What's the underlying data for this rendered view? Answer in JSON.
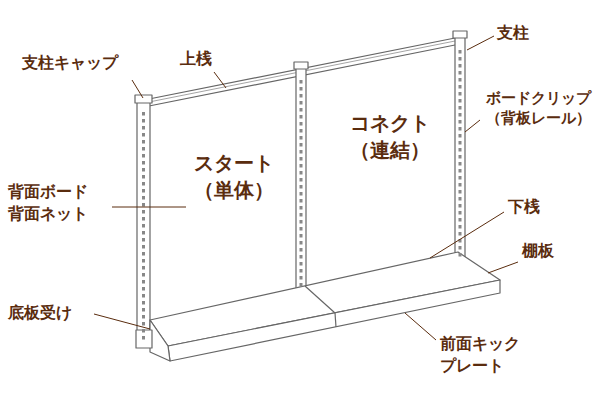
{
  "diagram": {
    "labels": [
      "支柱キャップ",
      "上桟",
      "支柱",
      "ボードクリップ （背板レール）",
      "コネクト （連結）",
      "スタート （単体）",
      "背面ボード 背面ネット",
      "下桟",
      "棚板",
      "底板受け",
      "前面キック プレート"
    ]
  }
}
